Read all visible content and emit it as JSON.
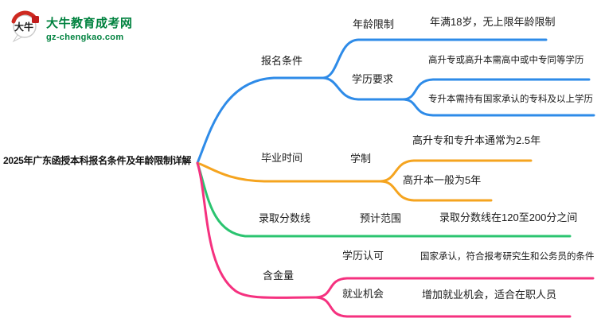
{
  "logo": {
    "icon_text": "大牛",
    "site_name": "大牛教育成考网",
    "site_url": "gz-chengkao.com"
  },
  "colors": {
    "blue": "#2E8BE8",
    "orange": "#F5A41F",
    "green": "#2BC470",
    "pink": "#F5317F",
    "logo_green": "#00823F",
    "logo_red": "#CE2A21",
    "text": "#1B1B1B"
  },
  "root": {
    "label": "2025年广东函授本科报名条件及年龄限制详解"
  },
  "branches": [
    {
      "label": "报名条件",
      "color": "#2E8BE8",
      "children": [
        {
          "label": "年龄限制",
          "leaves": [
            "年满18岁，无上限年龄限制"
          ]
        },
        {
          "label": "学历要求",
          "leaves": [
            "高升专或高升本需高中或中专同等学历",
            "专升本需持有国家承认的专科及以上学历"
          ]
        }
      ]
    },
    {
      "label": "毕业时间",
      "color": "#F5A41F",
      "children": [
        {
          "label": "学制",
          "leaves": [
            "高升专和专升本通常为2.5年",
            "高升本一般为5年"
          ]
        }
      ]
    },
    {
      "label": "录取分数线",
      "color": "#2BC470",
      "children": [
        {
          "label": "预计范围",
          "leaves": [
            "录取分数线在120至200分之间"
          ]
        }
      ]
    },
    {
      "label": "含金量",
      "color": "#F5317F",
      "children": [
        {
          "label": "学历认可",
          "leaves": [
            "国家承认，符合报考研究生和公务员的条件"
          ]
        },
        {
          "label": "就业机会",
          "leaves": [
            "增加就业机会，适合在职人员"
          ]
        }
      ]
    }
  ]
}
